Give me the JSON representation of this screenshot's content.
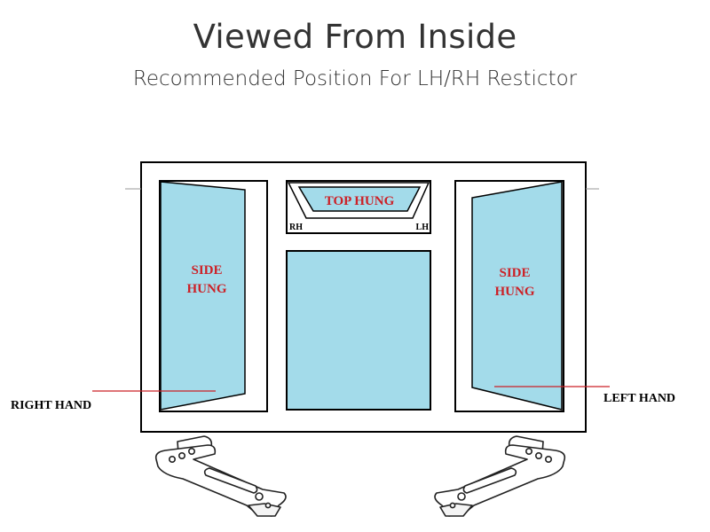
{
  "header": {
    "title": "Viewed From Inside",
    "subtitle": "Recommended Position For LH/RH Restictor"
  },
  "window": {
    "panels": {
      "left": {
        "label_line1": "SIDE",
        "label_line2": "HUNG"
      },
      "top": {
        "label": "TOP HUNG",
        "left_corner": "RH",
        "right_corner": "LH"
      },
      "right": {
        "label_line1": "SIDE",
        "label_line2": "HUNG"
      }
    },
    "glass_color": "#a3dbea",
    "label_color": "#cc2127",
    "frame_color": "#000000"
  },
  "callouts": {
    "right_hand": "RIGHT HAND",
    "left_hand": "LEFT HAND"
  },
  "restrictors": {
    "left": {
      "icon": "restrictor-icon"
    },
    "right": {
      "icon": "restrictor-icon"
    }
  }
}
